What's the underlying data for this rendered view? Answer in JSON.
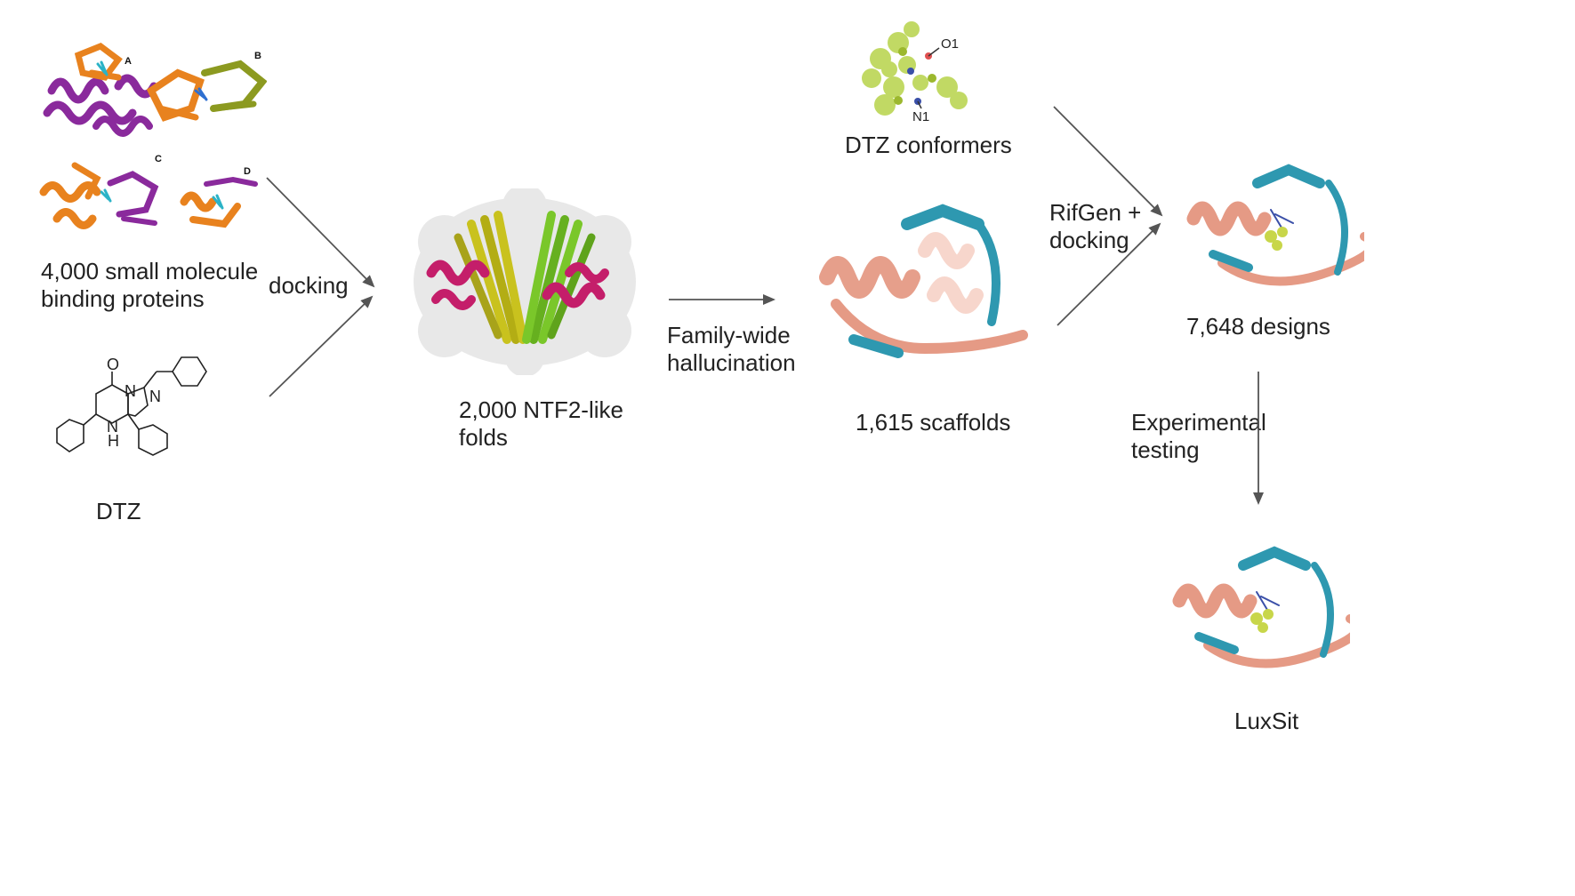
{
  "labels": {
    "binding_proteins": "4,000 small molecule\nbinding proteins",
    "docking": "docking",
    "dtz": "DTZ",
    "ntf2": "2,000 NTF2-like\nfolds",
    "family_wide": "Family-wide\nhallucination",
    "dtz_conformers": "DTZ conformers",
    "scaffolds": "1,615 scaffolds",
    "rifgen": "RifGen +\ndocking",
    "designs": "7,648 designs",
    "experimental": "Experimental\ntesting",
    "luxsit": "LuxSit"
  },
  "panel_letters": {
    "a": "A",
    "b": "B",
    "c": "C",
    "d": "D"
  },
  "molecule_atoms": {
    "o": "O",
    "n_top": "N",
    "n_ring": "N",
    "nh": "N",
    "h": "H"
  },
  "conformer_atoms": {
    "o1": "O1",
    "n1": "N1"
  },
  "colors": {
    "orange": "#e8821e",
    "purple": "#8a2a9c",
    "olive": "#8c9a20",
    "yellow": "#c9c21e",
    "green": "#7ac72a",
    "magenta": "#c41e6a",
    "salmon": "#e59a85",
    "teal": "#2e98b0",
    "lime": "#b7d34a",
    "arrow": "#555555"
  }
}
